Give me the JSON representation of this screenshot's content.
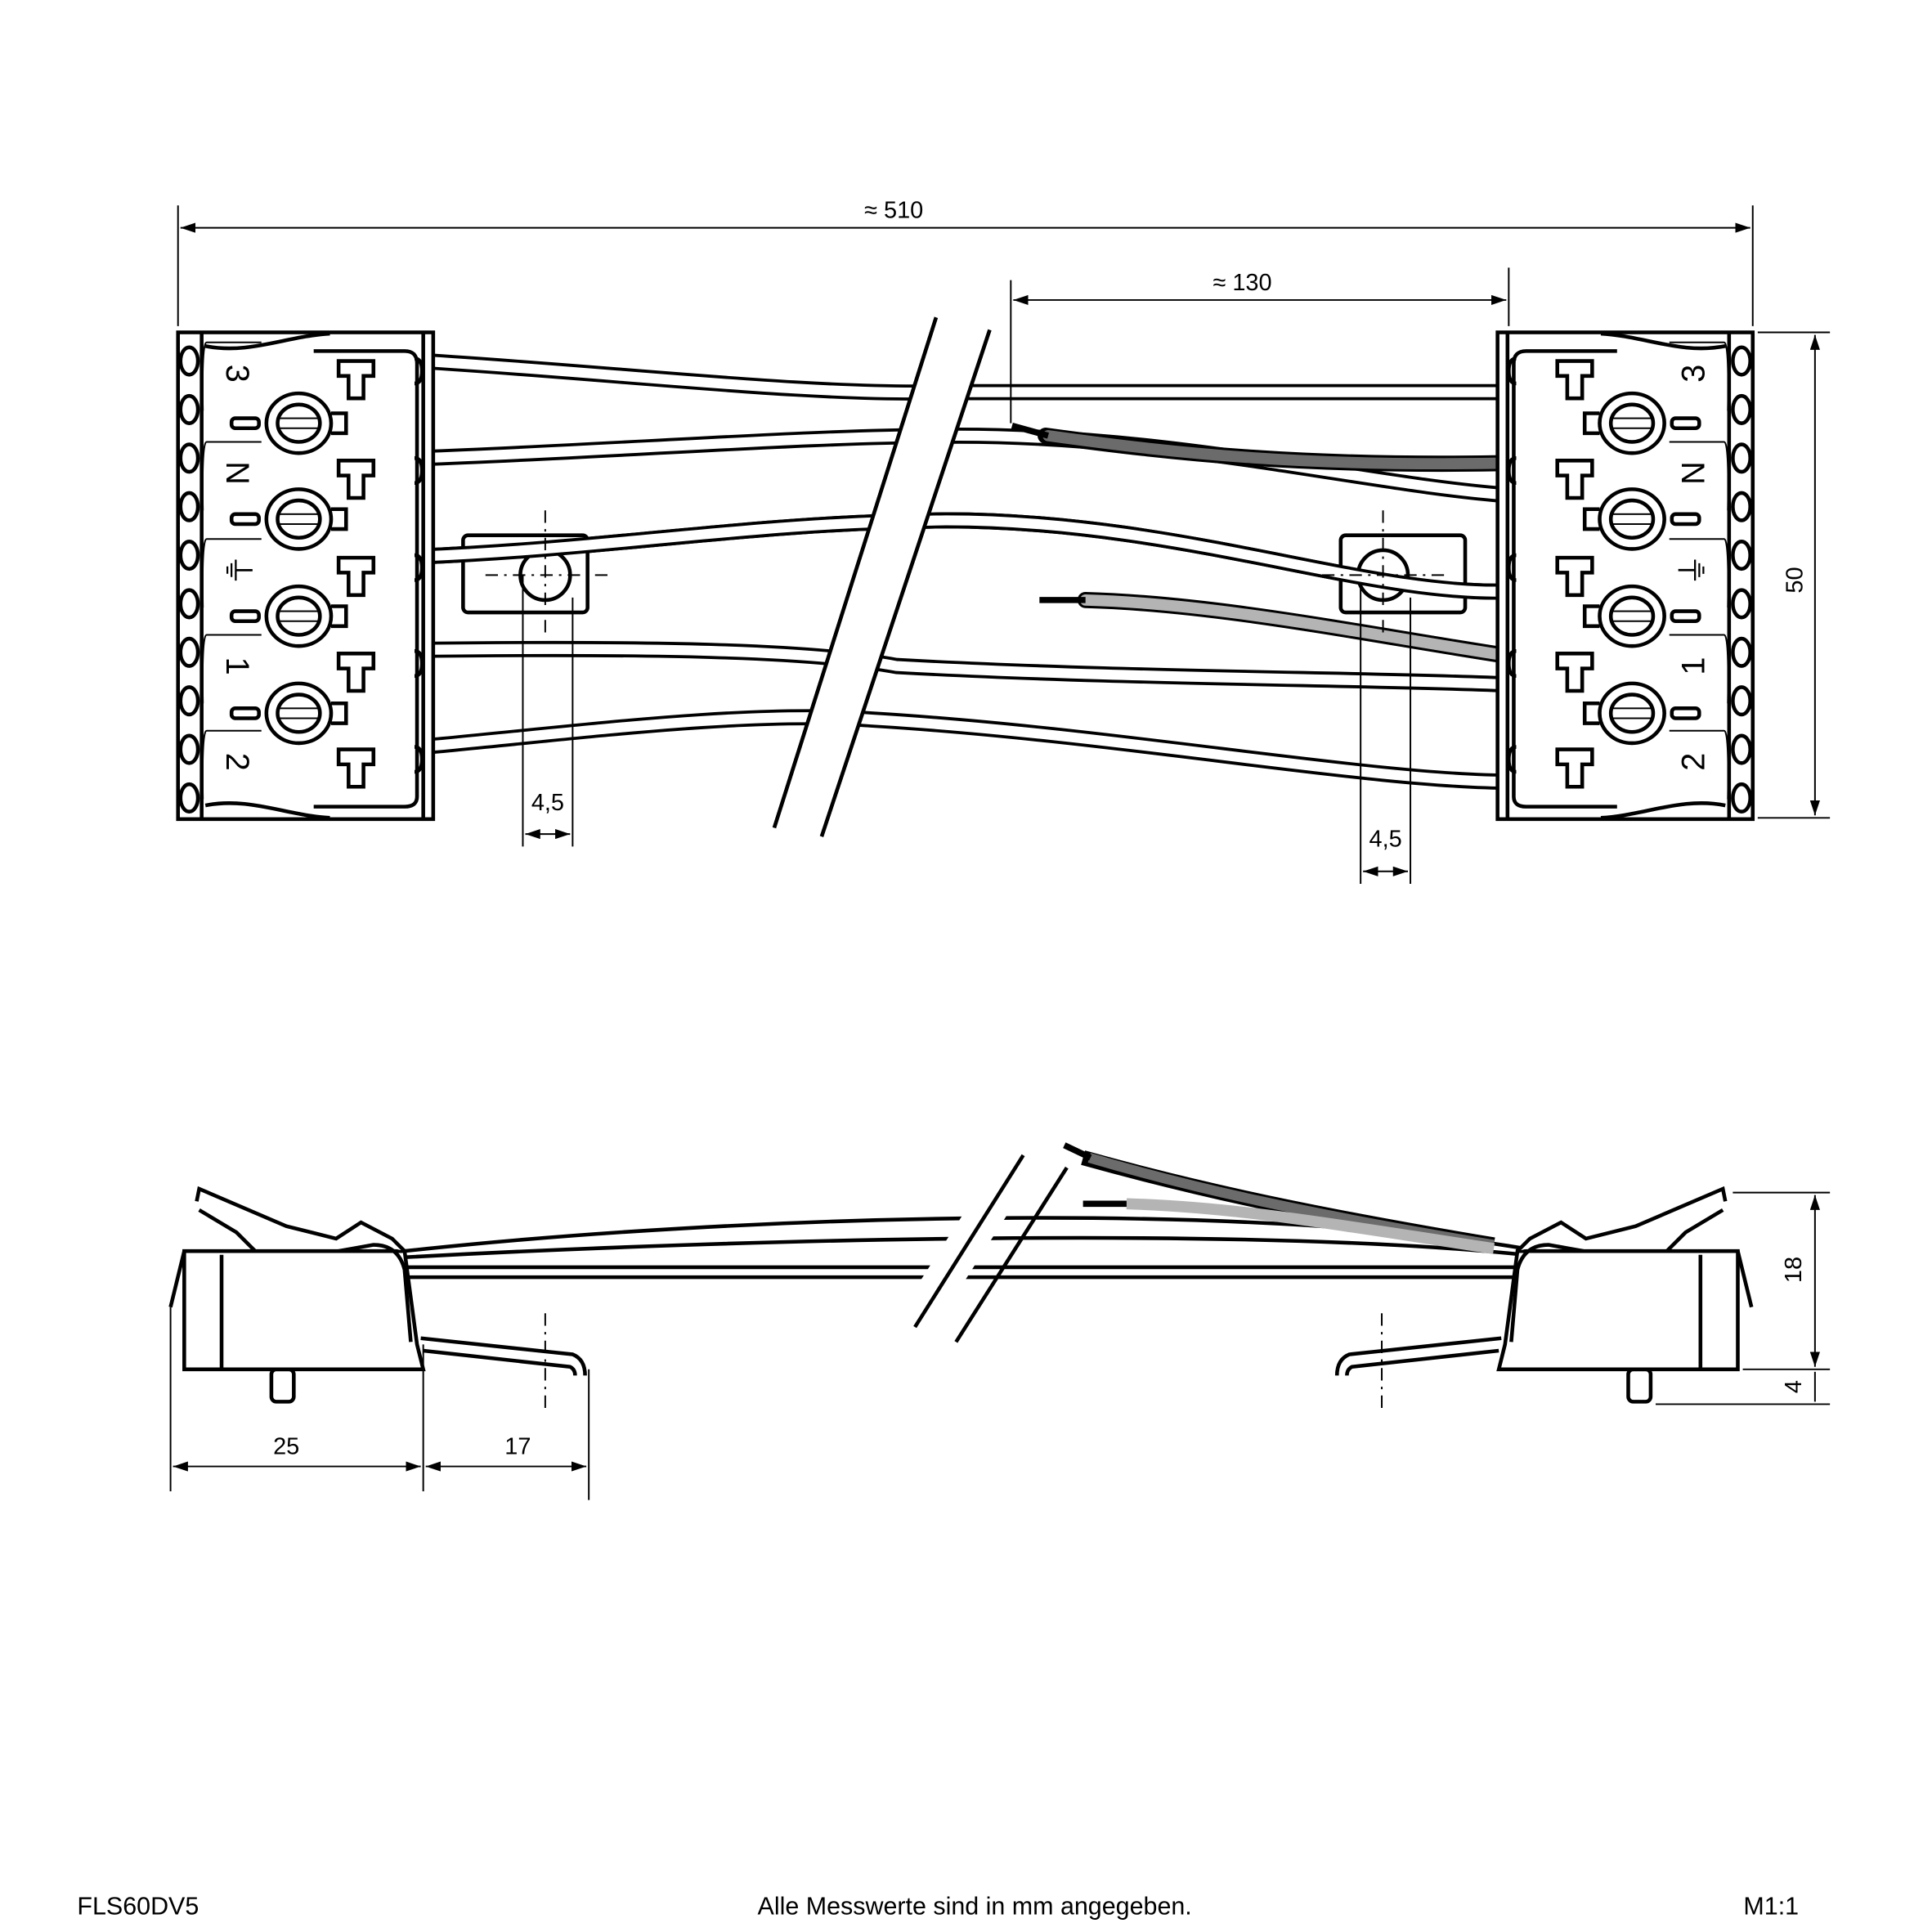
{
  "drawing": {
    "top_view": {
      "dimensions": {
        "overall_length": "≈ 510",
        "tail_length": "≈ 130",
        "height": "50",
        "hole_left": "4,5",
        "hole_right": "4,5"
      },
      "terminal_labels": [
        "3",
        "N",
        "⏚",
        "1",
        "2"
      ]
    },
    "side_view": {
      "dimensions": {
        "connector_length": "25",
        "bracket_length": "17",
        "height": "18",
        "pin_height": "4"
      }
    },
    "colors": {
      "line": "#000000",
      "wire_dark_grey": "#6b6b6b",
      "wire_light_grey": "#b4b4b4"
    }
  },
  "footer": {
    "article_number": "FLS60DV5",
    "note": "Alle Messwerte sind in mm angegeben.",
    "scale": "M1:1"
  }
}
